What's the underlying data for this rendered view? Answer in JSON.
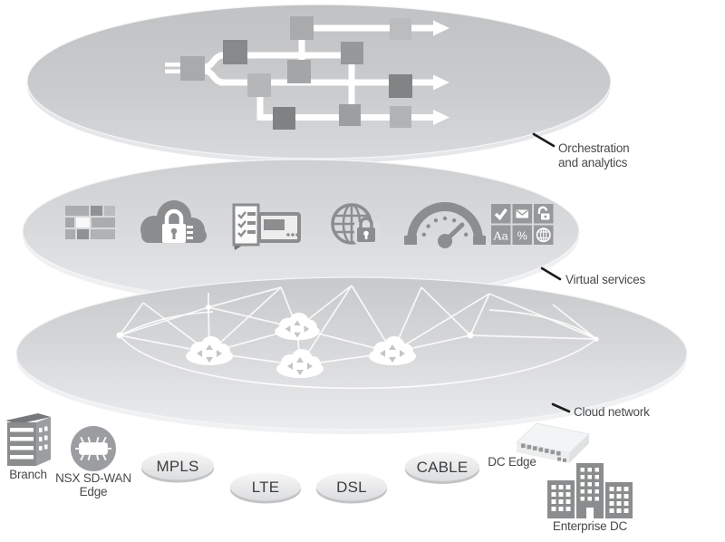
{
  "page": {
    "background": "#ffffff",
    "description_layers": [
      "Orchestration and analytics",
      "Virtual services",
      "Cloud network"
    ]
  },
  "labels": {
    "orchestration_line1": "Orchestration",
    "orchestration_line2": "and analytics",
    "virtual_services": "Virtual services",
    "cloud_network": "Cloud network",
    "branch": "Branch",
    "nsx_edge_line1": "NSX SD-WAN",
    "nsx_edge_line2": "Edge",
    "dc_edge": "DC Edge",
    "enterprise_dc": "Enterprise DC"
  },
  "transports": [
    {
      "label": "MPLS"
    },
    {
      "label": "LTE"
    },
    {
      "label": "DSL"
    },
    {
      "label": "CABLE"
    }
  ],
  "services_grid": {
    "tile_aa": "Aa",
    "tile_percent": "%",
    "tile_icons": [
      "check-icon",
      "mail-icon",
      "unlock-icon",
      "text-icon",
      "percent-icon",
      "web-icon"
    ]
  },
  "virtual_service_icons": [
    "firewall-blocks-icon",
    "cloud-lock-icon",
    "checklist-appliance-icon",
    "globe-lock-icon",
    "performance-gauge-icon",
    "services-grid-icon"
  ],
  "edge_items": [
    "office-building-icon",
    "edge-chip-icon",
    "switch-appliance-icon",
    "datacenter-buildings-icon",
    "cloud-router-icon"
  ],
  "colors": {
    "disc_dark": "#c3c5c7",
    "disc_mid": "#d2d4d6",
    "disc_light": "#e6e7e9",
    "icon_gray": "#8b8d8f",
    "flow_square_dark": "#818284",
    "flow_square_mid": "#a3a5a7",
    "flow_square_light": "#b4b6b8",
    "connector_white": "#ffffff",
    "label_text": "#47494b",
    "pointer_black": "#1c1c1c"
  }
}
